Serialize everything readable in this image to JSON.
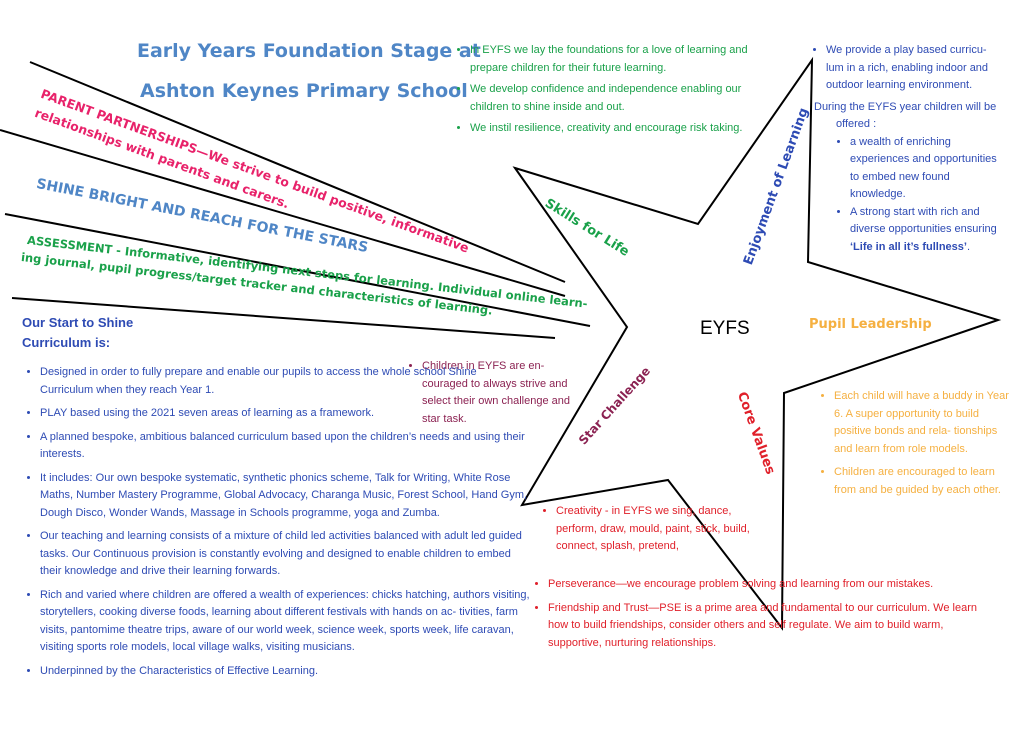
{
  "title": {
    "line1": "Early Years Foundation Stage at",
    "line2": "Ashton Keynes Primary School"
  },
  "banners": {
    "parent": "PARENT PARTNERSHIPS—We strive to build positive, informative",
    "parent2": "relationships with parents and carers.",
    "shine": "SHINE BRIGHT AND REACH FOR THE STARS",
    "assessment": "ASSESSMENT - Informative, identifying next steps for learning. Individual online learn-",
    "assessment2": "ing journal, pupil progress/target tracker and characteristics of learning."
  },
  "top_bullets": [
    "In EYFS we lay the foundations for a love of learning and prepare children for their future learning.",
    "We develop confidence and independence enabling our children to shine inside and out.",
    "We instil resilience, creativity and encourage risk taking."
  ],
  "star": {
    "center": "EYFS",
    "skills": "Skills for Life",
    "enjoyment": "Enjoyment of Learning",
    "leadership": "Pupil Leadership",
    "values": "Core Values",
    "challenge": "Star Challenge"
  },
  "enjoyment_text": {
    "bullet": "We provide a play based curricu- lum in a rich, enabling indoor and outdoor learning environment.",
    "intro1": "During the EYFS year children will be",
    "intro2": "offered :",
    "sub1": "a wealth of enriching experiences and opportunities to embed new found knowledge.",
    "sub2_pre": "A strong start with rich and diverse opportunities ensuring",
    "sub2_bold": "‘Life in all it’s fullness’",
    "sub2_end": "."
  },
  "leadership_bullets": [
    "Each child will have a buddy in Year 6.  A super opportunity to build positive bonds and rela- tionships and learn from role models.",
    "Children are encouraged to learn from and be guided by each other."
  ],
  "challenge_text": "Children in EYFS are en- couraged to always strive and select their own challenge and star task.",
  "values_bullets": [
    "Creativity - in EYFS we sing, dance, perform, draw, mould, paint, stick, build, connect, splash, pretend,",
    "Perseverance—we encourage problem solving and learning from our mistakes.",
    "Friendship and Trust—PSE is a prime area and fundamental to our curriculum. We learn how to build friendships, consider others and self regulate.  We aim to build warm, supportive, nurturing relationships."
  ],
  "curriculum": {
    "heading1": "Our Start to Shine",
    "heading2": "Curriculum is:",
    "items": [
      "Designed in order to fully prepare and enable our pupils to access the whole school Shine Curriculum when they reach Year 1.",
      "PLAY based using the 2021 seven areas of learning as a framework.",
      "A planned bespoke, ambitious balanced curriculum based upon the children’s needs and using their interests.",
      "It includes: Our own bespoke systematic, synthetic phonics scheme, Talk for Writing, White Rose Maths, Number Mastery Programme, Global Advocacy, Charanga Music, Forest School, Hand Gym, Dough Disco, Wonder Wands, Massage in Schools programme, yoga and Zumba.",
      "Our teaching and learning consists of a mixture of child led activities balanced with adult led guided tasks.  Our Continuous provision is constantly evolving and  designed to enable children to embed their knowledge and drive their learning forwards.",
      "Rich and varied where children are offered a wealth of experiences: chicks hatching, authors visiting, storytellers, cooking diverse foods, learning about different festivals with hands on ac- tivities, farm visits, pantomime theatre trips, aware of our world week, science week, sports week, life caravan, visiting sports role models, local village walks, visiting musicians.",
      "Underpinned by the Characteristics of  Effective Learning."
    ]
  },
  "colors": {
    "blue": "#4f86c6",
    "navy": "#2e4bb4",
    "pink": "#e8226a",
    "green": "#1aa14a",
    "red": "#e0202a",
    "orange": "#f5b041",
    "maroon": "#8b2252",
    "teal": "#1f9e8e"
  }
}
